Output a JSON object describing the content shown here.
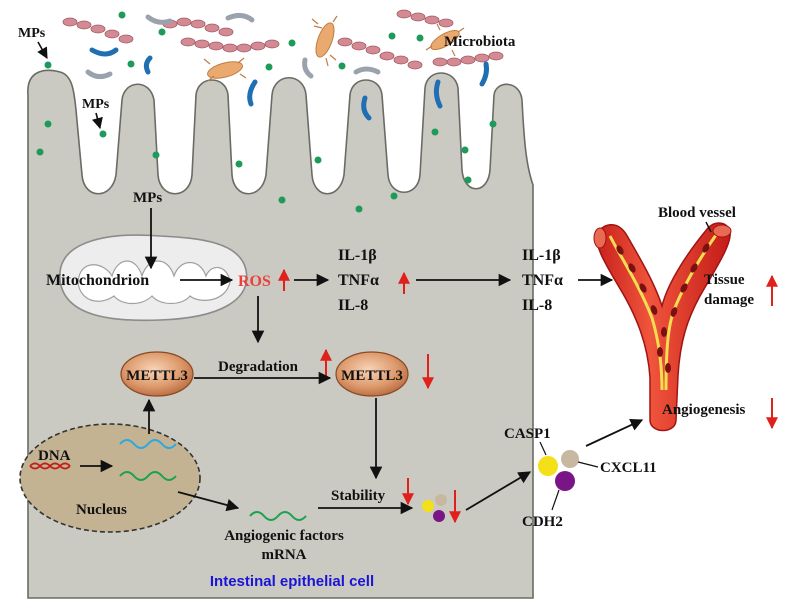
{
  "labels": {
    "mps_top": "MPs",
    "mps_mid": "MPs",
    "mps_cell": "MPs",
    "microbiota": "Microbiota",
    "mitochondrion": "Mitochondrion",
    "ros": "ROS",
    "cyt1_il1b": "IL-1β",
    "cyt1_tnfa": "TNFα",
    "cyt1_il8": "IL-8",
    "cyt2_il1b": "IL-1β",
    "cyt2_tnfa": "TNFα",
    "cyt2_il8": "IL-8",
    "blood_vessel": "Blood vessel",
    "tissue": "Tissue",
    "damage": "damage",
    "angiogenesis": "Angiogenesis",
    "mettl3_left": "METTL3",
    "mettl3_right": "METTL3",
    "degradation": "Degradation",
    "dna": "DNA",
    "nucleus": "Nucleus",
    "stability": "Stability",
    "angio_factors": "Angiogenic factors",
    "mrna": "mRNA",
    "casp1": "CASP1",
    "cxcl11": "CXCL11",
    "cdh2": "CDH2",
    "cell": "Intestinal epithelial cell"
  },
  "colors": {
    "cell_fill": "#cacac3",
    "arrow_up_down": "#e0201b",
    "ros_text": "#e8433a",
    "mps_dot": "#1e9a5a",
    "cell_label": "#1a14d6",
    "casp1": "#f4e019",
    "cxcl11": "#c8b8a0",
    "cdh2": "#7a1585"
  }
}
